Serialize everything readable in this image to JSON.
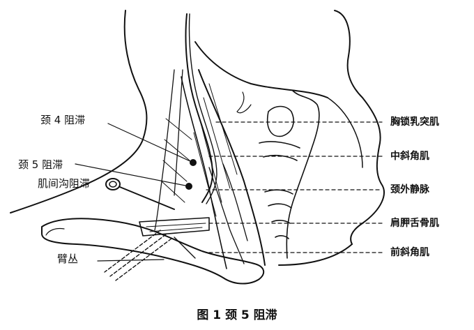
{
  "left_labels": {
    "c4_block": "颈 4 阻滞",
    "c5_block": "颈 5 阻滞",
    "interscalene_block": "肌间沟阻滞",
    "brachial_plexus": "臂丛"
  },
  "right_labels": {
    "sternocleidomastoid": "胸锁乳突肌",
    "middle_scalene": "中斜角肌",
    "external_jugular_vein": "颈外静脉",
    "omohyoid": "肩胛舌骨肌",
    "anterior_scalene": "前斜角肌"
  },
  "caption": "图 1 颈 5 阻滞"
}
